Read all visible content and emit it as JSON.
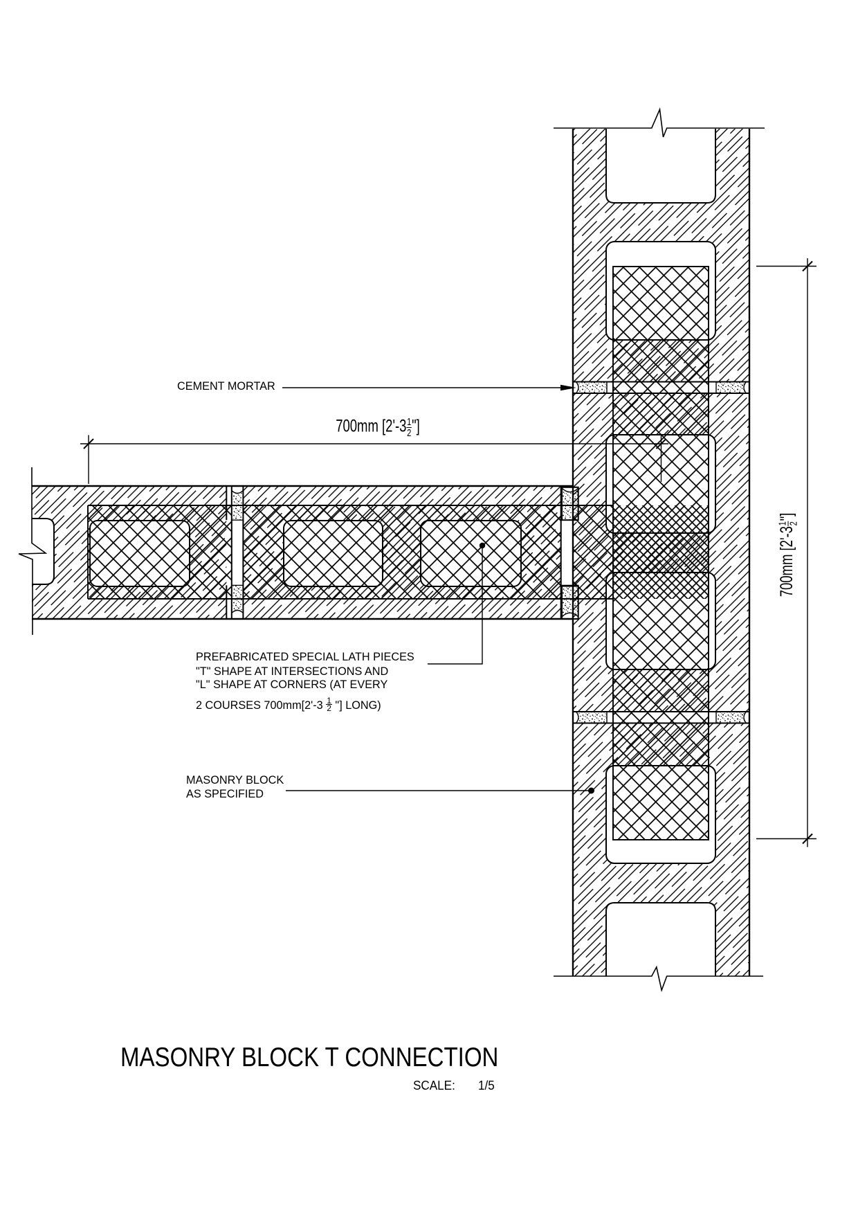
{
  "title": {
    "text": "MASONRY BLOCK T CONNECTION",
    "scale_label": "SCALE:",
    "scale_value": "1/5"
  },
  "annotations": {
    "cement_mortar": "CEMENT MORTAR",
    "lath_line1": "PREFABRICATED SPECIAL LATH PIECES",
    "lath_line2": "\"T\" SHAPE AT INTERSECTIONS AND",
    "lath_line3": "\"L\" SHAPE AT CORNERS (AT EVERY",
    "lath_line4_prefix": "2 COURSES 700mm[2'-3 ",
    "lath_line4_frac_num": "1",
    "lath_line4_frac_den": "2",
    "lath_line4_suffix": " \"] LONG)",
    "masonry_line1": "MASONRY BLOCK",
    "masonry_line2": "AS SPECIFIED"
  },
  "dimensions": {
    "top": {
      "prefix": "700mm [2'-3",
      "num": "1",
      "den": "2",
      "suffix": "\"]"
    },
    "right": {
      "prefix": "700mm [2'-3",
      "num": "1",
      "den": "2",
      "suffix": "\"]"
    }
  },
  "drawing": {
    "ink": "#000000",
    "background": "#ffffff",
    "view": "plan detail of masonry block T connection"
  }
}
